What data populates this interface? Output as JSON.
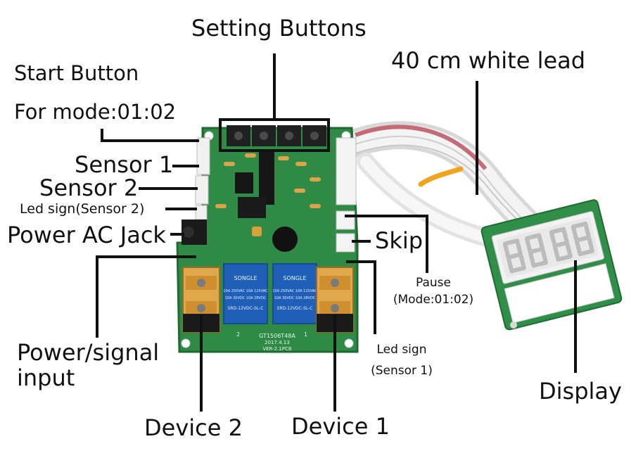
{
  "labels": {
    "setting_buttons": "Setting Buttons",
    "white_lead": "40 cm white lead",
    "start_button": "Start Button",
    "for_mode": "For mode:01:02",
    "sensor_1": "Sensor 1",
    "sensor_2": "Sensor 2",
    "led_sign_sensor_2": "Led sign(Sensor 2)",
    "power_ac_jack": "Power AC Jack",
    "skip": "Skip",
    "pause": "Pause",
    "pause_mode": "(Mode:01:02)",
    "power_signal_line1": "Power/signal",
    "power_signal_line2": "input",
    "led_sign_line1": "Led sign",
    "led_sign_line2": "(Sensor 1)",
    "display": "Display",
    "device_2": "Device 2",
    "device_1": "Device 1"
  },
  "board_text": {
    "model": "GT1506T48A",
    "date": "2017.4.13",
    "version": "VER-2.1PCB",
    "relay_brand": "SONGLE",
    "relay_rating_1": "10A 250VAC 10A 125VAC",
    "relay_rating_2": "10A 30VDC 10A 28VDC",
    "relay_model": "SRD-12VDC-SL-C",
    "relay_2_index": "2",
    "relay_1_index": "1"
  },
  "colors": {
    "pcb": "#2e8a45",
    "pcb_dark": "#1f6b33",
    "relay": "#1f5fb8",
    "terminal": "#e0a84a",
    "label_text": "#111111",
    "callout_line": "#111111"
  }
}
